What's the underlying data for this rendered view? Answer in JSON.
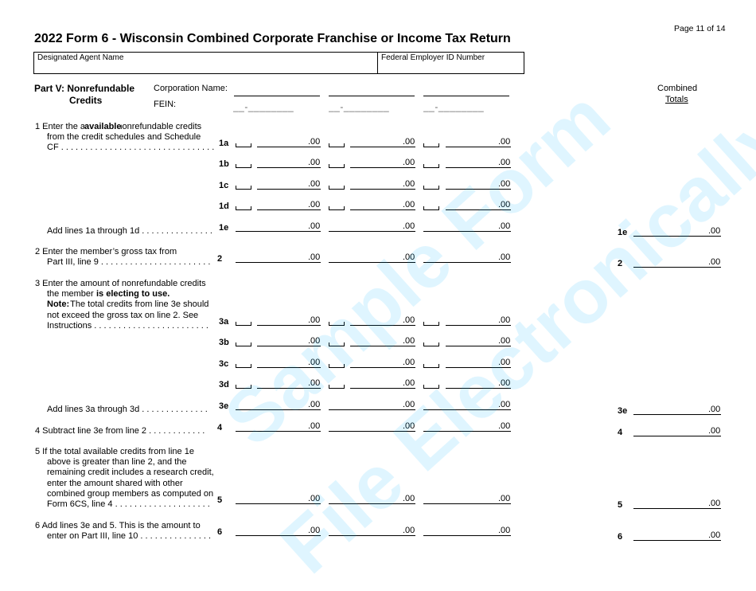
{
  "page_number": "Page 11 of 14",
  "title": "2022 Form 6 - Wisconsin Combined Corporate Franchise or Income Tax Return",
  "header_box": {
    "agent_label": "Designated Agent Name",
    "fein_label": "Federal Employer ID Number"
  },
  "part": {
    "title": "Part V:  Nonrefundable",
    "title2": "Credits",
    "corp_name_label": "Corporation Name:",
    "fein_label": "FEIN:"
  },
  "combined": {
    "line1": "Combined",
    "line2": "Totals"
  },
  "lines": [
    {
      "id": "1a",
      "desc": [
        "1  Enter the available nonrefundable credits",
        "from the credit schedules and Schedule",
        "CF . . . . . . . . . . . . . . . . . . . . . . . . . . . . . . . ."
      ],
      "num": "1a",
      "has_total": false
    },
    {
      "id": "1b",
      "desc": [],
      "num": "1b",
      "has_total": false
    },
    {
      "id": "1c",
      "desc": [],
      "num": "1c",
      "has_total": false
    },
    {
      "id": "1d",
      "desc": [],
      "num": "1d",
      "has_total": false
    },
    {
      "id": "1e",
      "desc": [
        "Add lines 1a through 1d . . . . . . . . . . . . . . ."
      ],
      "num": "1e",
      "has_total": true,
      "total_label": "1e"
    },
    {
      "id": "2",
      "desc": [
        "2  Enter the member’s gross tax from",
        "Part III, line 9 . . . . . . . . . . . . . . . . . . . . . . ."
      ],
      "num": "2",
      "has_total": true,
      "total_label": "2"
    },
    {
      "id": "3a",
      "desc": [
        "3  Enter the amount of nonrefundable credits",
        "the member is electing to use.",
        "Note: The total credits from line 3e should",
        "not exceed the gross tax on line 2. See",
        "Instructions  . . . . . . . . . . . . . . . . . . . . . . . ."
      ],
      "num": "3a",
      "has_total": false
    },
    {
      "id": "3b",
      "desc": [],
      "num": "3b",
      "has_total": false
    },
    {
      "id": "3c",
      "desc": [],
      "num": "3c",
      "has_total": false
    },
    {
      "id": "3d",
      "desc": [],
      "num": "3d",
      "has_total": false
    },
    {
      "id": "3e",
      "desc": [
        "Add lines 3a through 3d . . . . . . . . . . . . . ."
      ],
      "num": "3e",
      "has_total": true,
      "total_label": "3e"
    },
    {
      "id": "4",
      "desc": [
        "4  Subtract line 3e from line 2 . . . . . . . . . . . ."
      ],
      "num": "4",
      "has_total": true,
      "total_label": "4"
    },
    {
      "id": "5",
      "desc": [
        "5  If the total available credits from line 1e",
        "above is greater than line 2, and the",
        "remaining credit includes a research credit,",
        "enter the amount shared with other",
        "combined group members as computed on",
        "Form 6CS, line 4 . . . . . . . . . . . . . . . . . . . ."
      ],
      "num": "5",
      "has_total": true,
      "total_label": "5"
    },
    {
      "id": "6",
      "desc": [
        "6  Add lines 3e and 5. This is the amount to",
        "enter on Part III, line 10 . . . . . . . . . . . . . . ."
      ],
      "num": "6",
      "has_total": true,
      "total_label": "6"
    }
  ],
  "cents": ".00",
  "fein_mask": "__-________",
  "watermark": {
    "line1": "Sample Form",
    "line2": "File Electronically"
  }
}
